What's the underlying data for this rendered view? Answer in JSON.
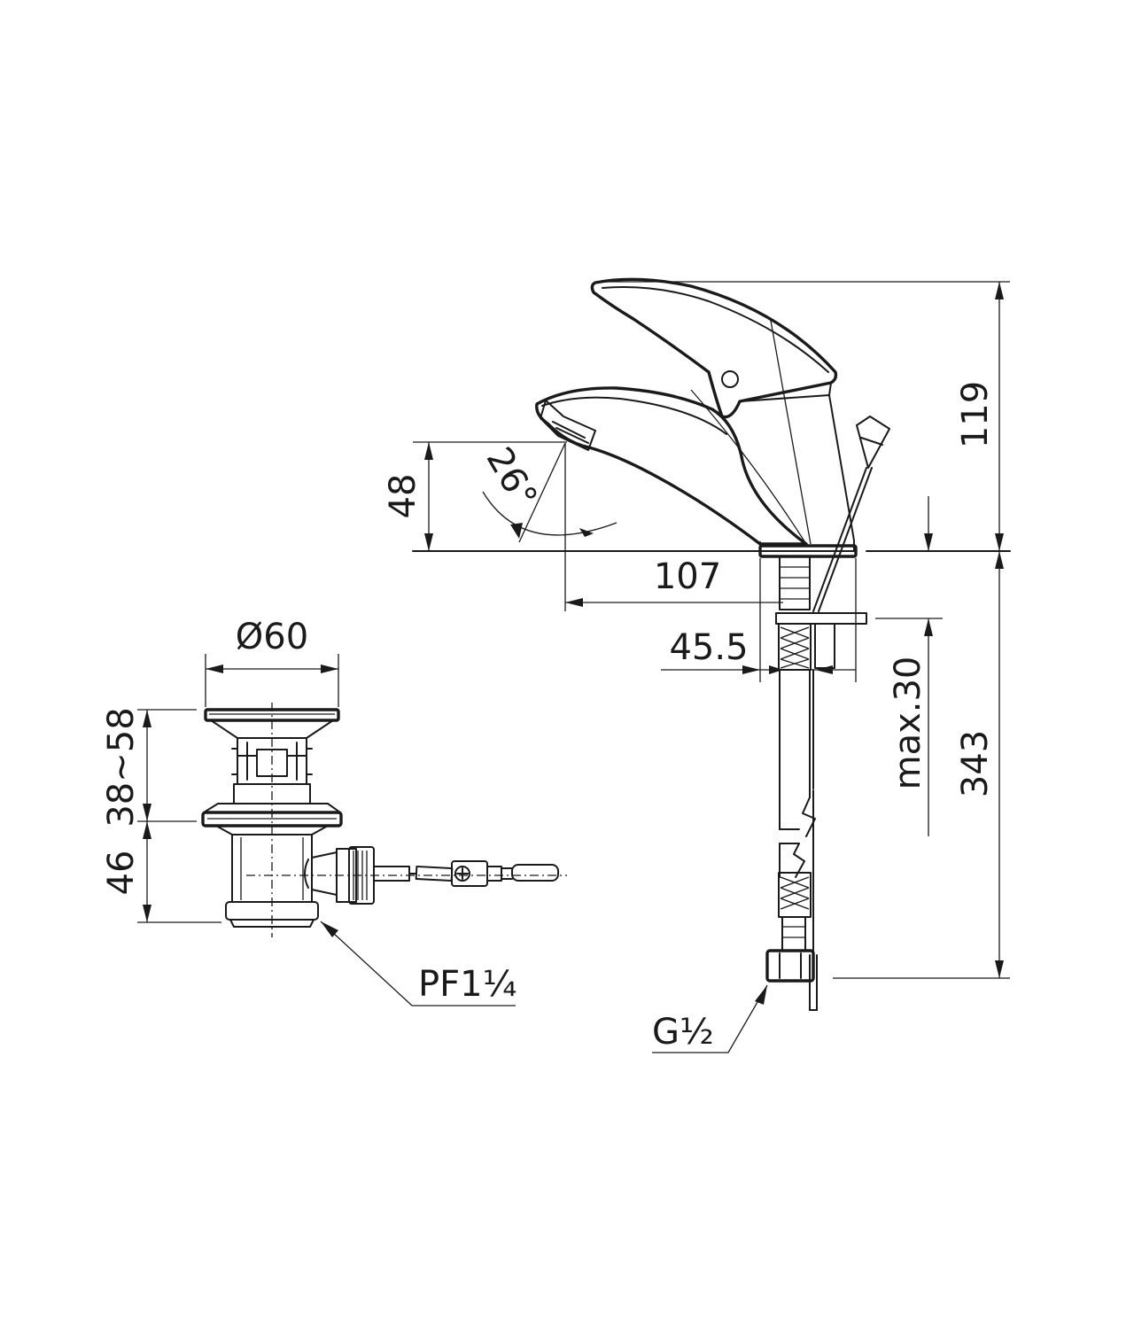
{
  "dimensions": {
    "drain_diameter": "Ø60",
    "drain_height_adjust": "38~58",
    "drain_body_height": "46",
    "drain_thread": "PF1¼",
    "spout_height": "48",
    "spout_angle": "26°",
    "spout_reach": "107",
    "shank_offset": "45.5",
    "counter_thickness": "max.30",
    "handle_height": "119",
    "hose_length": "343",
    "inlet_thread": "G½"
  },
  "colors": {
    "line": "#1a1a1a",
    "background": "#ffffff"
  }
}
